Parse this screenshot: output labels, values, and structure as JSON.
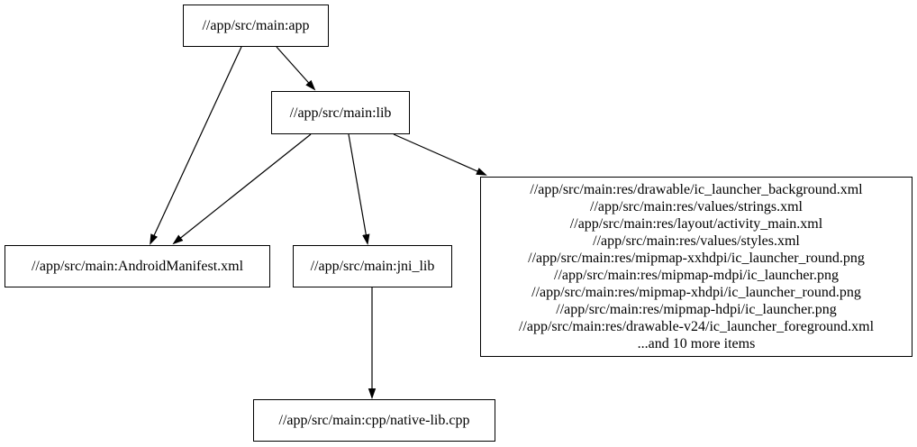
{
  "diagram": {
    "type": "dependency-graph",
    "background_color": "#ffffff",
    "node_border_color": "#000000",
    "edge_color": "#000000",
    "text_color": "#000000",
    "nodes": {
      "app": {
        "label": "//app/src/main:app"
      },
      "lib": {
        "label": "//app/src/main:lib"
      },
      "android_manifest": {
        "label": "//app/src/main:AndroidManifest.xml"
      },
      "jni_lib": {
        "label": "//app/src/main:jni_lib"
      },
      "res_group": {
        "lines": [
          "//app/src/main:res/drawable/ic_launcher_background.xml",
          "//app/src/main:res/values/strings.xml",
          "//app/src/main:res/layout/activity_main.xml",
          "//app/src/main:res/values/styles.xml",
          "//app/src/main:res/mipmap-xxhdpi/ic_launcher_round.png",
          "//app/src/main:res/mipmap-mdpi/ic_launcher.png",
          "//app/src/main:res/mipmap-xhdpi/ic_launcher_round.png",
          "//app/src/main:res/mipmap-hdpi/ic_launcher.png",
          "//app/src/main:res/drawable-v24/ic_launcher_foreground.xml",
          "...and 10 more items"
        ]
      },
      "native_lib": {
        "label": "//app/src/main:cpp/native-lib.cpp"
      }
    },
    "edges": [
      {
        "from": "app",
        "to": "lib"
      },
      {
        "from": "app",
        "to": "android_manifest"
      },
      {
        "from": "lib",
        "to": "android_manifest"
      },
      {
        "from": "lib",
        "to": "jni_lib"
      },
      {
        "from": "lib",
        "to": "res_group"
      },
      {
        "from": "jni_lib",
        "to": "native_lib"
      }
    ]
  }
}
